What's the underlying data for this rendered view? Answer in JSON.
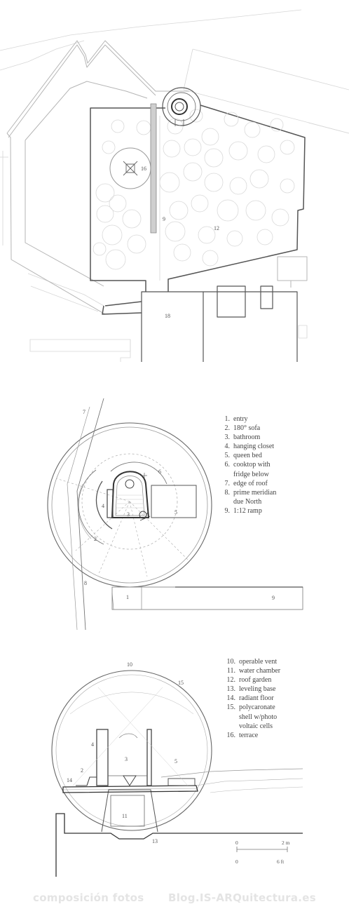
{
  "plan_labels": {
    "l16": "16",
    "l9": "9",
    "l12": "12",
    "l18": "18"
  },
  "floor_labels": {
    "l1": "1",
    "l2": "2",
    "l3": "3",
    "l4": "4",
    "l5": "5",
    "l6": "6",
    "l7": "7",
    "l8": "8",
    "l9": "9"
  },
  "section_labels": {
    "l10": "10",
    "l15": "15",
    "l4": "4",
    "l3": "3",
    "l5": "5",
    "l2": "2",
    "l14": "14",
    "l11": "11",
    "l13": "13"
  },
  "legend_top": [
    {
      "num": "1.",
      "text": "entry"
    },
    {
      "num": "2.",
      "text": "180° sofa"
    },
    {
      "num": "3.",
      "text": "bathroom"
    },
    {
      "num": "4.",
      "text": "hanging closet"
    },
    {
      "num": "5.",
      "text": "queen bed"
    },
    {
      "num": "6.",
      "text": "cooktop with",
      "cont": "fridge below"
    },
    {
      "num": "7.",
      "text": "edge of roof"
    },
    {
      "num": "8.",
      "text": "prime meridian",
      "cont": "due North"
    },
    {
      "num": "9.",
      "text": "1:12 ramp"
    }
  ],
  "legend_bottom": [
    {
      "num": "10.",
      "text": "operable vent"
    },
    {
      "num": "11.",
      "text": "water chamber"
    },
    {
      "num": "12.",
      "text": "roof garden"
    },
    {
      "num": "13.",
      "text": "leveling base"
    },
    {
      "num": "14.",
      "text": "radiant floor"
    },
    {
      "num": "15.",
      "text": "polycaronate",
      "cont": [
        "shell w/photo",
        "voltaic cells"
      ]
    },
    {
      "num": "16.",
      "text": "terrace"
    }
  ],
  "scale": {
    "m_zero": "0",
    "m_label": "2 m",
    "ft_zero": "0",
    "ft_label": "6 ft"
  },
  "footer": {
    "left": "composición fotos",
    "right": "Blog.IS-ARQuitectura.es"
  }
}
